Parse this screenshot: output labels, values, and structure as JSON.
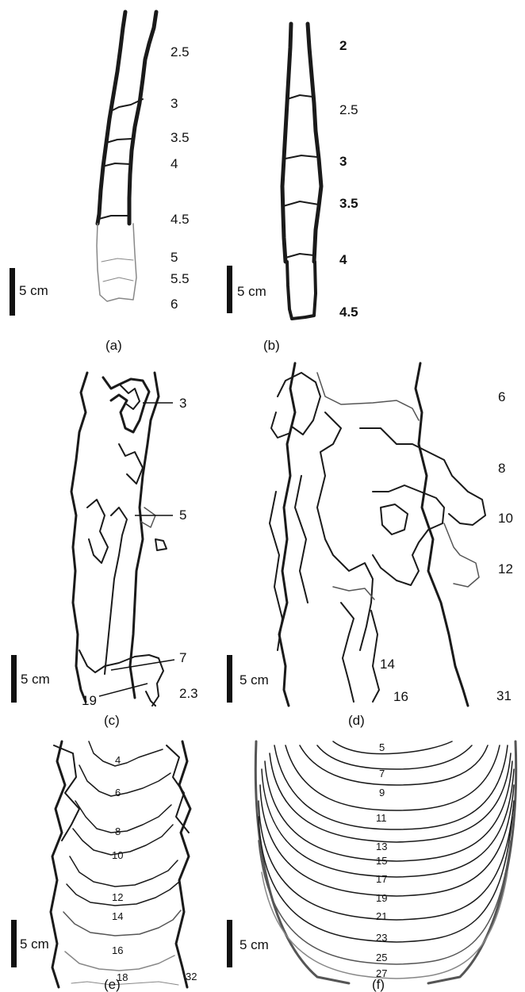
{
  "panels": [
    {
      "id": "a",
      "caption": "(a)",
      "scale_label": "5 cm",
      "front_labels": [
        "2.5",
        "3",
        "3.5",
        "4",
        "4.5",
        "5",
        "5.5",
        "6"
      ]
    },
    {
      "id": "b",
      "caption": "(b)",
      "scale_label": "5 cm",
      "front_labels": [
        "2",
        "2.5",
        "3",
        "3.5",
        "4",
        "4.5"
      ]
    },
    {
      "id": "c",
      "caption": "(c)",
      "scale_label": "5 cm",
      "front_labels": [
        "3",
        "5",
        "7",
        "19",
        "2.3"
      ]
    },
    {
      "id": "d",
      "caption": "(d)",
      "scale_label": "5 cm",
      "front_labels": [
        "6",
        "8",
        "10",
        "12",
        "14",
        "16",
        "31"
      ]
    },
    {
      "id": "e",
      "caption": "(e)",
      "scale_label": "5 cm",
      "front_labels": [
        "4",
        "6",
        "8",
        "10",
        "12",
        "14",
        "16",
        "18",
        "32"
      ]
    },
    {
      "id": "f",
      "caption": "(f)",
      "scale_label": "5 cm",
      "front_labels": [
        "5",
        "7",
        "9",
        "11",
        "13",
        "15",
        "17",
        "19",
        "21",
        "23",
        "25",
        "27"
      ]
    }
  ]
}
